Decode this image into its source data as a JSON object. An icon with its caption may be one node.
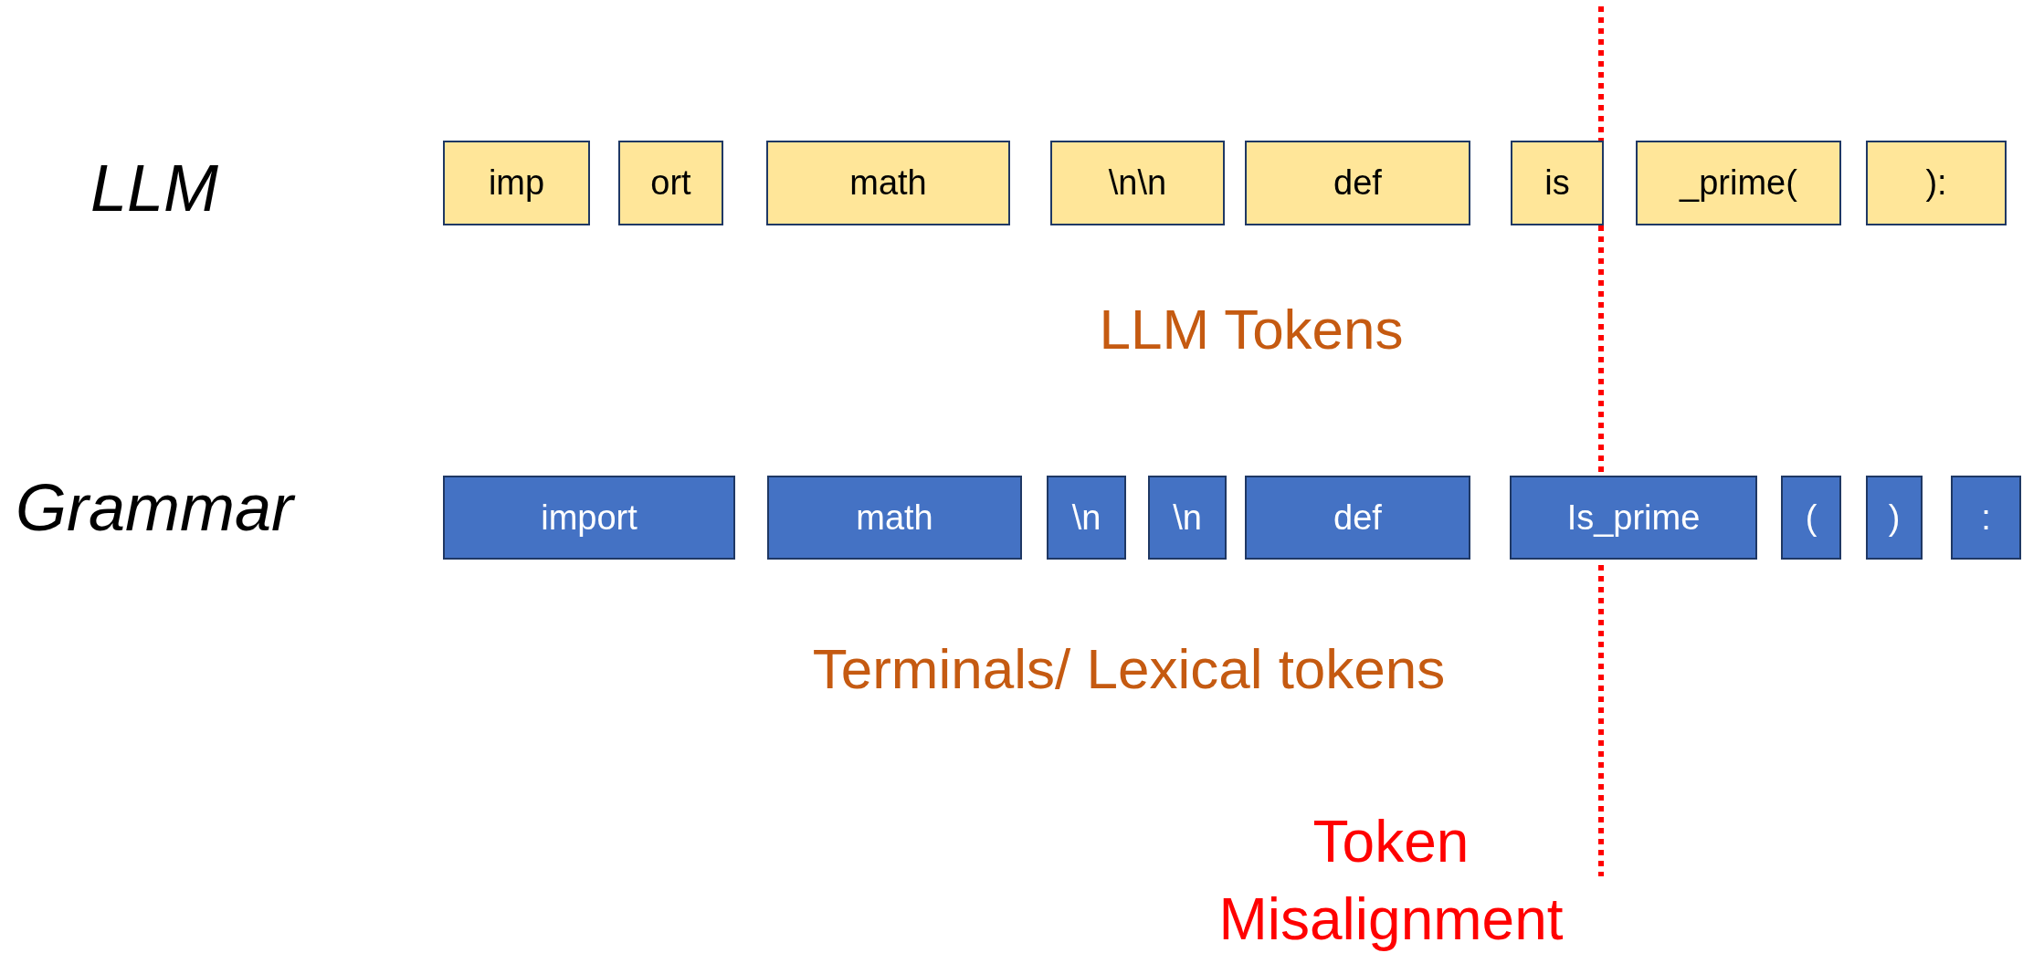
{
  "diagram": {
    "nodes": [
      {
        "text": [
          "imp"
        ]
      },
      {
        "text": [
          "ort"
        ]
      },
      {
        "text": [
          "math"
        ]
      },
      {
        "text": [
          "\\n\\n"
        ]
      },
      {
        "text": [
          "def"
        ]
      },
      {
        "text": [
          "is"
        ]
      },
      {
        "text": [
          "_prime("
        ]
      },
      {
        "text": [
          "):"
        ]
      },
      {
        "text": [
          "import"
        ]
      },
      {
        "text": [
          "math"
        ]
      },
      {
        "text": [
          "\\n"
        ]
      },
      {
        "text": [
          "\\n"
        ]
      },
      {
        "text": [
          "def"
        ]
      },
      {
        "text": [
          "Is_prime"
        ]
      },
      {
        "text": [
          "("
        ]
      },
      {
        "text": [
          ")"
        ]
      },
      {
        "text": [
          ":"
        ]
      }
    ],
    "labels": [
      "LLM",
      "Grammar",
      "LLM Tokens",
      "Terminals/ Lexical tokens",
      "Token Misalignment"
    ]
  }
}
